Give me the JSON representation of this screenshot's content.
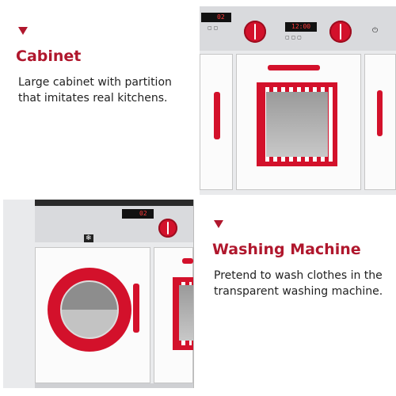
{
  "features": [
    {
      "heading": "Cabinet",
      "description_line1": "Large cabinet with partition",
      "description_line2": "that imitates real kitchens."
    },
    {
      "heading": "Washing Machine",
      "description_line1": "Pretend to wash clothes in the",
      "description_line2": "transparent washing machine."
    }
  ],
  "oven_display": "12:00",
  "washer_display": "02",
  "top_display": "02",
  "colors": {
    "accent": "#b0172d",
    "toy_red": "#d3112b",
    "panel_grey": "#d9dadd"
  },
  "icons": {
    "bullet": "triangle-down-icon",
    "power": "power-icon",
    "snowflake": "snowflake-icon"
  }
}
